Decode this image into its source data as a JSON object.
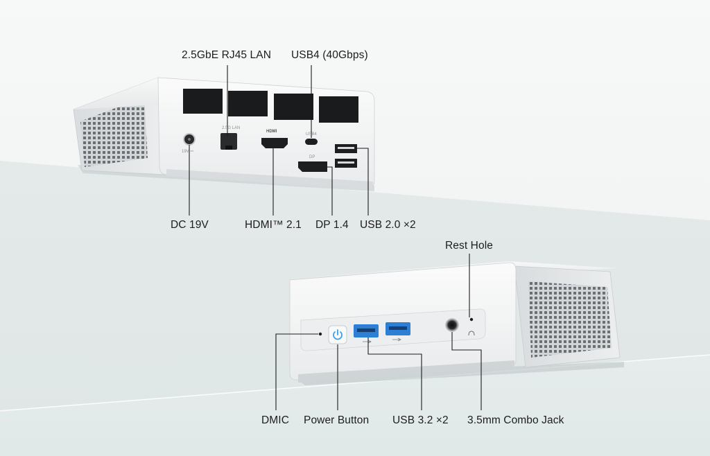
{
  "rear": {
    "callouts": {
      "lan": "2.5GbE RJ45 LAN",
      "usb4": "USB4 (40Gbps)",
      "dc": "DC 19V",
      "hdmi": "HDMI™ 2.1",
      "dp": "DP 1.4",
      "usb2": "USB 2.0 ×2"
    },
    "port_marks": {
      "dc": "19V ⎓",
      "lan": "2.5G LAN",
      "hdmi": "HDMI",
      "usb4": "USB4",
      "dp": "DP"
    }
  },
  "front": {
    "callouts": {
      "reset": "Rest Hole",
      "dmic": "DMIC",
      "power": "Power Button",
      "usb3": "USB 3.2 ×2",
      "jack": "3.5mm Combo Jack"
    }
  },
  "colors": {
    "background_top": "#f6f7f7",
    "background_bottom": "#e6ecec",
    "chassis": "#f3f4f4",
    "vent": "#1a1b1d",
    "usb3_blue": "#2d7fd6",
    "power_glow": "#3aa0e8",
    "callout_line": "#1c1c1c"
  }
}
